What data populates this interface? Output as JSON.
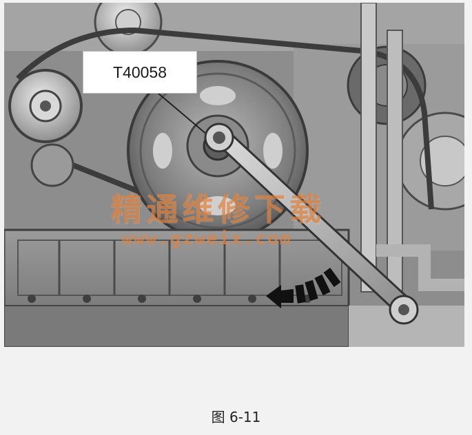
{
  "figure": {
    "tool_label": "T40058",
    "watermark_cn": "精通维修下载",
    "watermark_url": "www.gzweix.com",
    "caption": "图 6-11"
  },
  "icons": {
    "rotation_arrow": "rotate-left-arrow-icon"
  }
}
